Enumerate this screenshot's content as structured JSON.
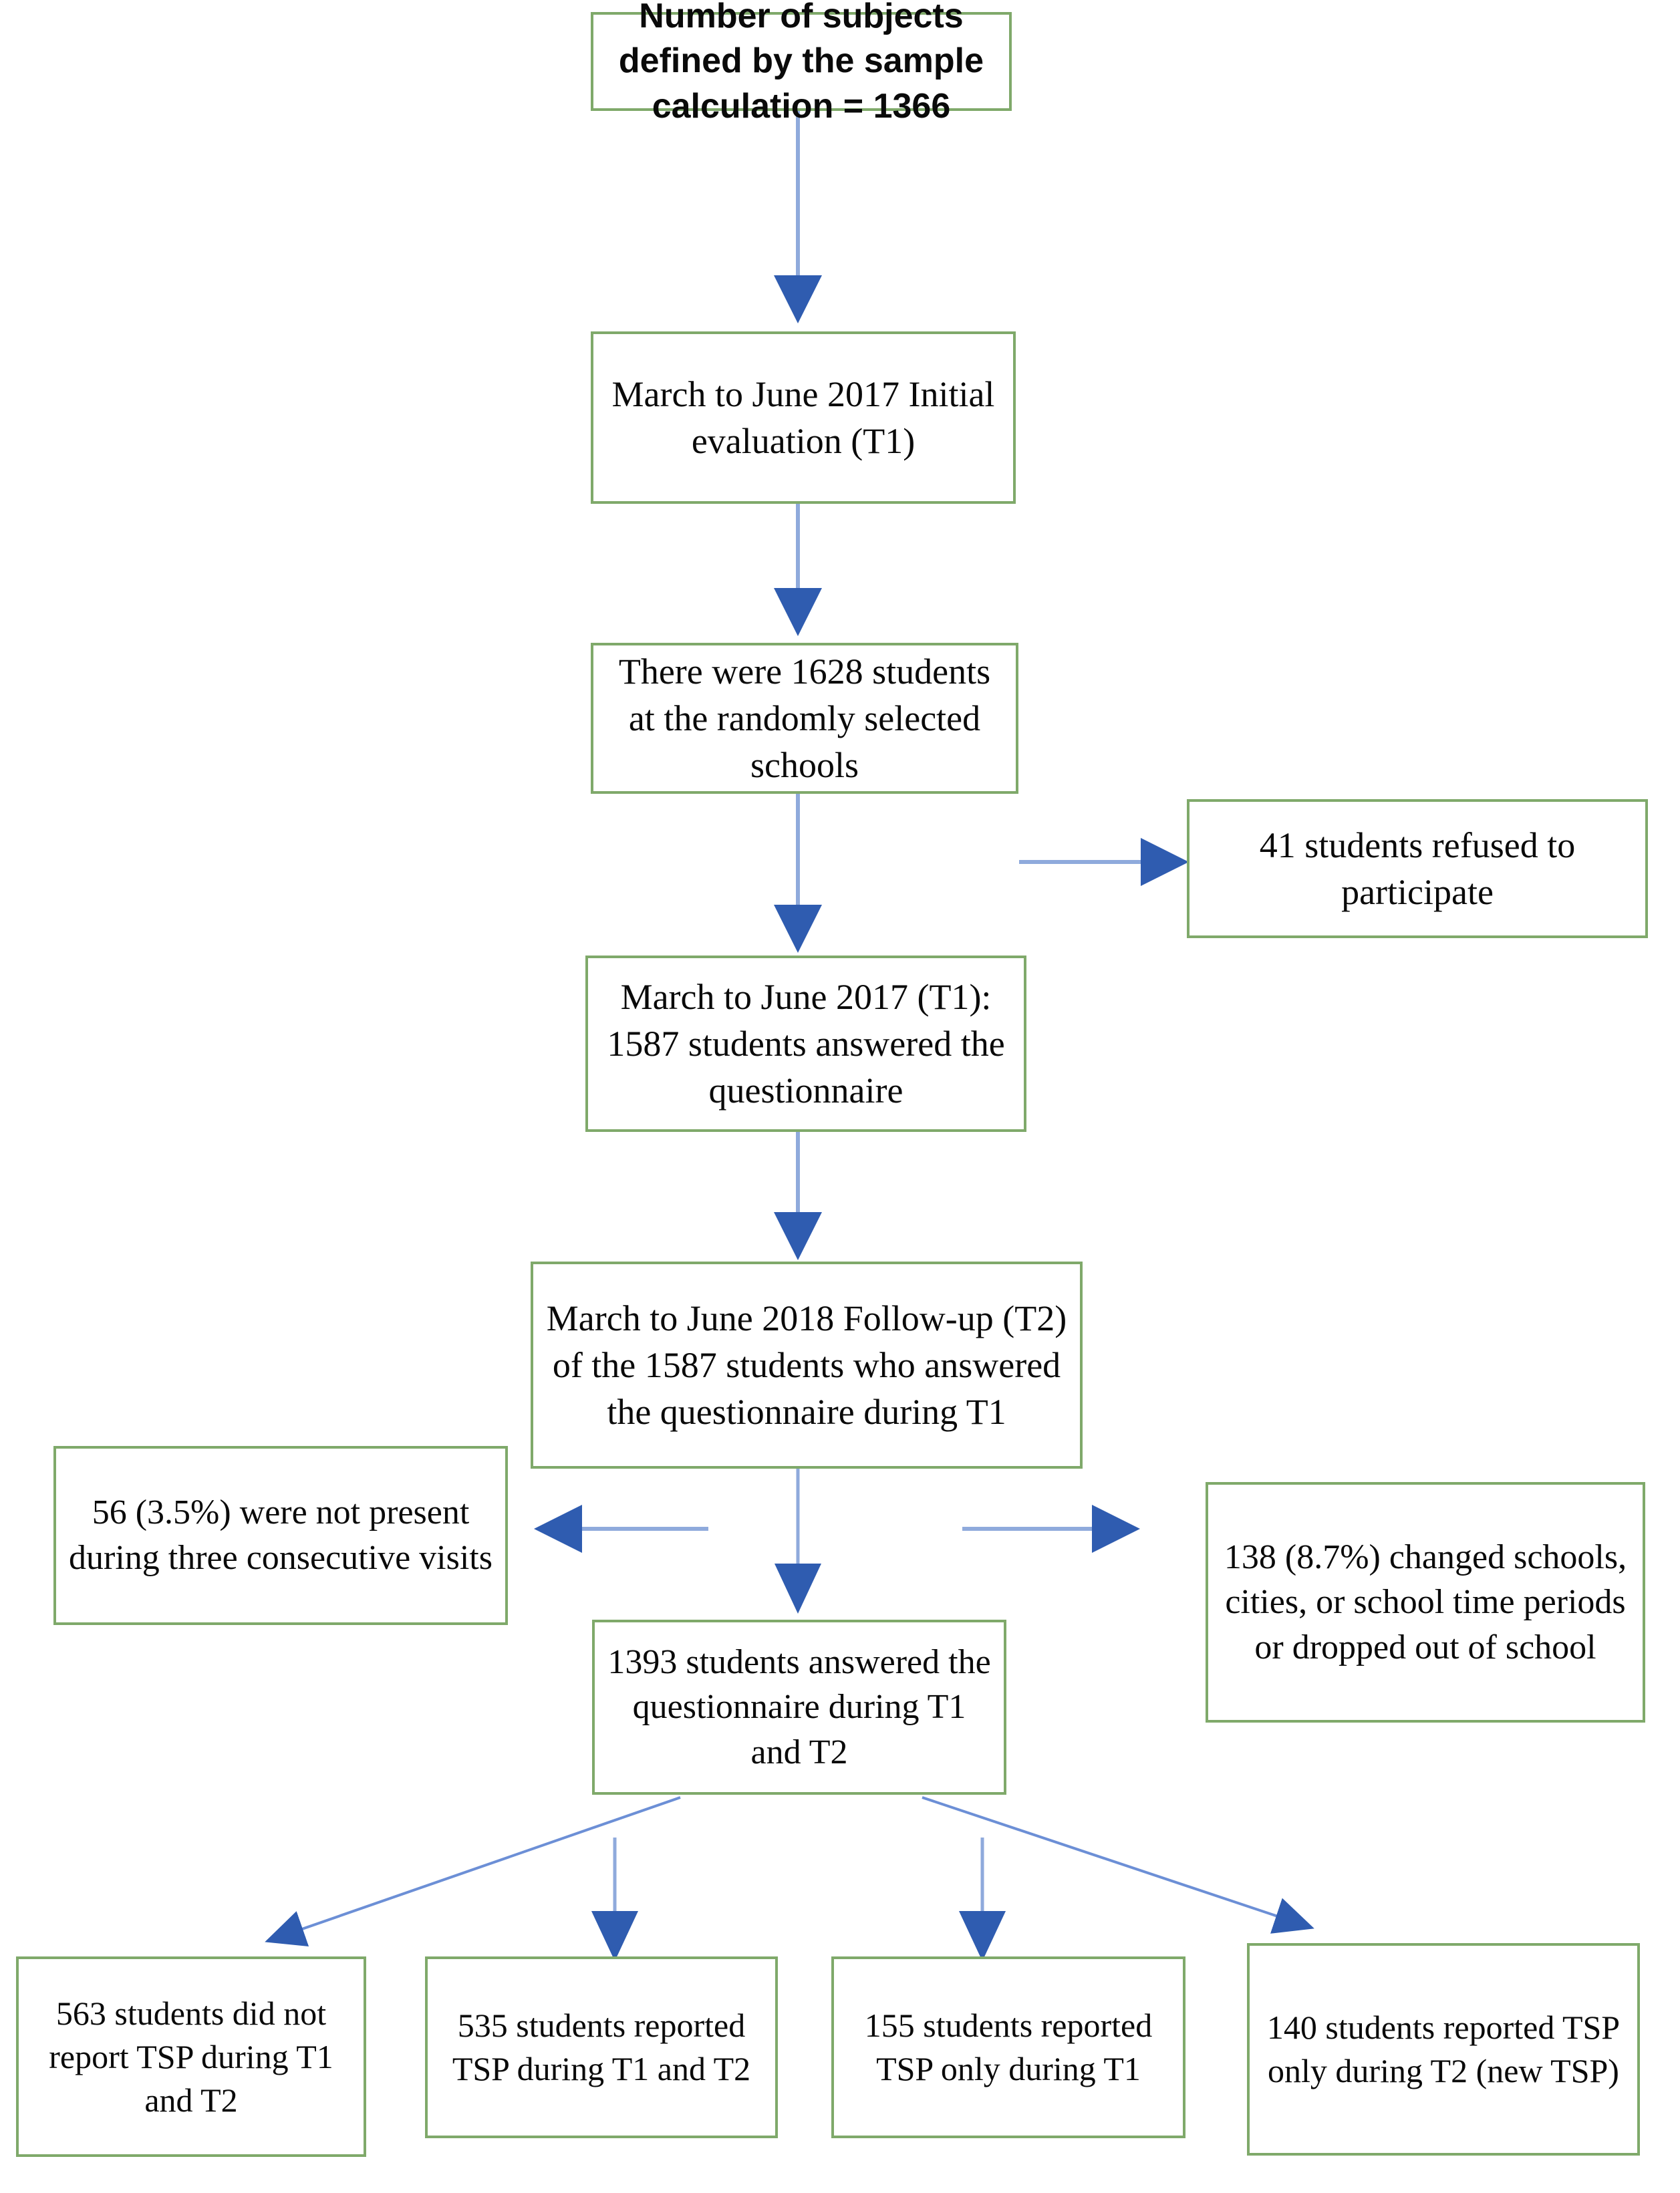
{
  "figure": {
    "type": "flowchart",
    "title": "Study participant flow diagram",
    "colors": {
      "box_border": "#7FA96A",
      "box_fill": "#FFFFFF",
      "arrow_line": "#8FAADC",
      "arrow_head": "#2F5CB0",
      "text": "#0A0A0A",
      "background": "#FFFFFF"
    }
  },
  "nodes": [
    {
      "id": "sample-calculation",
      "text": "Number of subjects defined by the sample calculation = 1366",
      "value": 1366
    },
    {
      "id": "initial-evaluation-t1",
      "text": "March to June 2017 Initial evaluation (T1)"
    },
    {
      "id": "students-at-schools",
      "text": "There were 1628 students at the randomly selected schools",
      "value": 1628
    },
    {
      "id": "refused-participate",
      "text": "41 students refused to participate",
      "value": 41
    },
    {
      "id": "answered-t1",
      "text": "March to June 2017 (T1): 1587 students answered the questionnaire",
      "value": 1587
    },
    {
      "id": "followup-t2",
      "text": "March to June 2018 Follow-up (T2) of the 1587 students who answered the questionnaire during T1",
      "value": 1587
    },
    {
      "id": "not-present",
      "text": "56 (3.5%) were not present during three consecutive visits",
      "value": 56,
      "percent": "3.5%"
    },
    {
      "id": "changed-schools",
      "text": "138 (8.7%) changed schools, cities, or school time periods or dropped out of school",
      "value": 138,
      "percent": "8.7%"
    },
    {
      "id": "answered-t1-t2",
      "text": "1393 students answered the questionnaire during T1 and T2",
      "value": 1393
    },
    {
      "id": "no-tsp",
      "text": "563 students did not report TSP during T1 and T2",
      "value": 563
    },
    {
      "id": "tsp-both",
      "text": "535 students reported TSP during T1 and T2",
      "value": 535
    },
    {
      "id": "tsp-t1-only",
      "text": "155 students reported TSP only during T1",
      "value": 155
    },
    {
      "id": "tsp-t2-only",
      "text": "140 students reported TSP only during T2 (new TSP)",
      "value": 140
    }
  ],
  "edges": [
    {
      "from": "sample-calculation",
      "to": "initial-evaluation-t1",
      "direction": "down"
    },
    {
      "from": "initial-evaluation-t1",
      "to": "students-at-schools",
      "direction": "down"
    },
    {
      "from": "students-at-schools",
      "to": "refused-participate",
      "direction": "right"
    },
    {
      "from": "students-at-schools",
      "to": "answered-t1",
      "direction": "down"
    },
    {
      "from": "answered-t1",
      "to": "followup-t2",
      "direction": "down"
    },
    {
      "from": "followup-t2",
      "to": "not-present",
      "direction": "left"
    },
    {
      "from": "followup-t2",
      "to": "changed-schools",
      "direction": "right"
    },
    {
      "from": "followup-t2",
      "to": "answered-t1-t2",
      "direction": "down"
    },
    {
      "from": "answered-t1-t2",
      "to": "no-tsp",
      "direction": "down-left"
    },
    {
      "from": "answered-t1-t2",
      "to": "tsp-both",
      "direction": "down"
    },
    {
      "from": "answered-t1-t2",
      "to": "tsp-t1-only",
      "direction": "down"
    },
    {
      "from": "answered-t1-t2",
      "to": "tsp-t2-only",
      "direction": "down-right"
    }
  ]
}
